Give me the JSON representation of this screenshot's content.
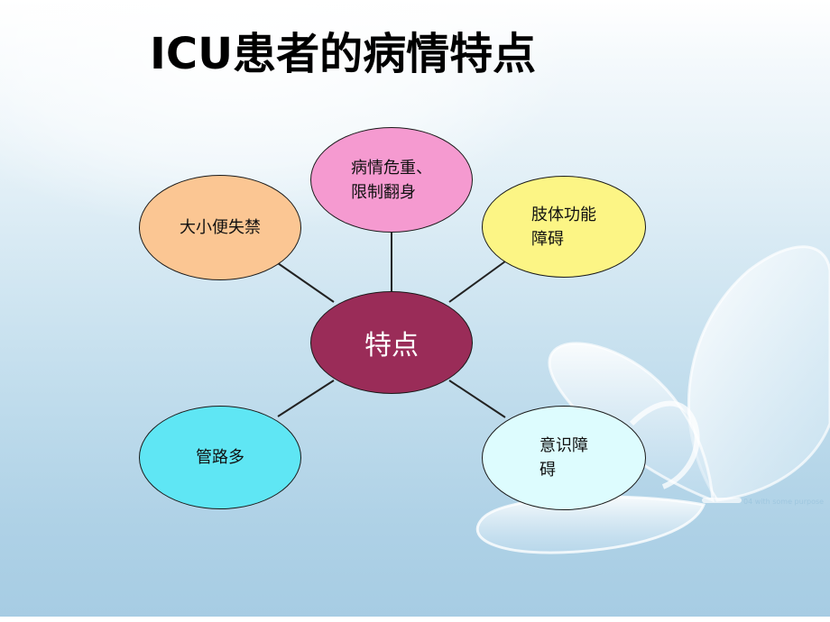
{
  "slide": {
    "title": "ICU患者的病情特点",
    "watermark_text": "04 with some purpose"
  },
  "diagram": {
    "center": {
      "label": "特点",
      "color": "#9a2c58"
    },
    "nodes": [
      {
        "label": "病情危重、\n限制翻身",
        "color": "#f59ad0"
      },
      {
        "label": "肢体功能\n障碍",
        "color": "#fcf585"
      },
      {
        "label": "意识障\n碍",
        "color": "#ddfcfe"
      },
      {
        "label": "管路多",
        "color": "#5fe6f4"
      },
      {
        "label": "大小便失禁",
        "color": "#fbc693"
      }
    ],
    "connector_color": "#222222"
  }
}
